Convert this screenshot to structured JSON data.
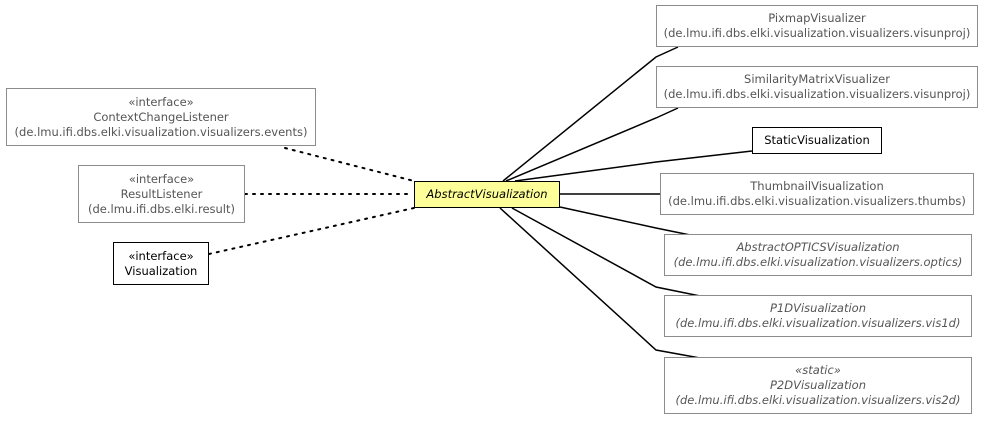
{
  "nodes": {
    "pixmap": {
      "name": "PixmapVisualizer",
      "package": "(de.lmu.ifi.dbs.elki.visualization.visualizers.visunproj)"
    },
    "similarity": {
      "name": "SimilarityMatrixVisualizer",
      "package": "(de.lmu.ifi.dbs.elki.visualization.visualizers.visunproj)"
    },
    "static_vis": {
      "name": "StaticVisualization"
    },
    "thumbnail": {
      "name": "ThumbnailVisualization",
      "package": "(de.lmu.ifi.dbs.elki.visualization.visualizers.thumbs)"
    },
    "optics": {
      "name": "AbstractOPTICSVisualization",
      "package": "(de.lmu.ifi.dbs.elki.visualization.visualizers.optics)"
    },
    "p1d": {
      "name": "P1DVisualization",
      "package": "(de.lmu.ifi.dbs.elki.visualization.visualizers.vis1d)"
    },
    "p2d": {
      "stereotype": "«static»",
      "name": "P2DVisualization",
      "package": "(de.lmu.ifi.dbs.elki.visualization.visualizers.vis2d)"
    },
    "context": {
      "stereotype": "«interface»",
      "name": "ContextChangeListener",
      "package": "(de.lmu.ifi.dbs.elki.visualization.visualizers.events)"
    },
    "result": {
      "stereotype": "«interface»",
      "name": "ResultListener",
      "package": "(de.lmu.ifi.dbs.elki.result)"
    },
    "visualization": {
      "stereotype": "«interface»",
      "name": "Visualization"
    },
    "abstract": {
      "name": "AbstractVisualization"
    }
  }
}
